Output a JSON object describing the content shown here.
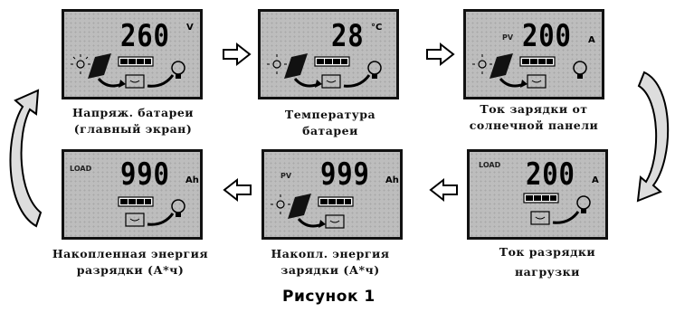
{
  "screens": [
    {
      "reading": "260",
      "unit": "V",
      "tag": "",
      "caption_line1": "Напряж.  батареи",
      "caption_line2": "(главный экран)"
    },
    {
      "reading": "28",
      "unit": "°C",
      "tag": "",
      "caption_line1": "Температура",
      "caption_line2": "батареи"
    },
    {
      "reading": "200",
      "unit": "A",
      "tag": "PV",
      "caption_line1": "Ток зарядки от",
      "caption_line2": "солнечной панели"
    },
    {
      "reading": "200",
      "unit": "A",
      "tag": "LOAD",
      "caption_line1": "Ток разрядки",
      "caption_line2": "нагрузки"
    },
    {
      "reading": "999",
      "unit": "Ah",
      "tag": "PV",
      "caption_line1": "Накопл. энергия",
      "caption_line2": "зарядки (А*ч)"
    },
    {
      "reading": "990",
      "unit": "Ah",
      "tag": "LOAD",
      "caption_line1": "Накопленная энергия",
      "caption_line2": "разрядки (А*ч)"
    }
  ],
  "figure_title": "Рисунок 1"
}
